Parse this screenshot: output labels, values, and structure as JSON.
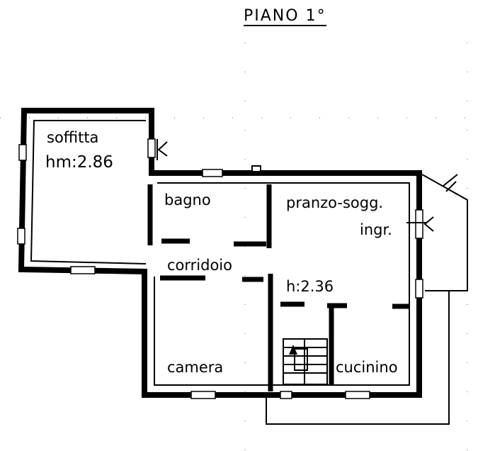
{
  "title": "PIANO  1°",
  "rooms": {
    "soffitta": {
      "name": "soffitta",
      "height": "hm:2.86"
    },
    "bagno": {
      "name": "bagno"
    },
    "pranzo": {
      "name": "pranzo-sogg.",
      "sub": "ingr."
    },
    "corridoio": {
      "name": "corridoio"
    },
    "height_main": "h:2.36",
    "camera": {
      "name": "camera"
    },
    "cucinino": {
      "name": "cucinino"
    }
  }
}
